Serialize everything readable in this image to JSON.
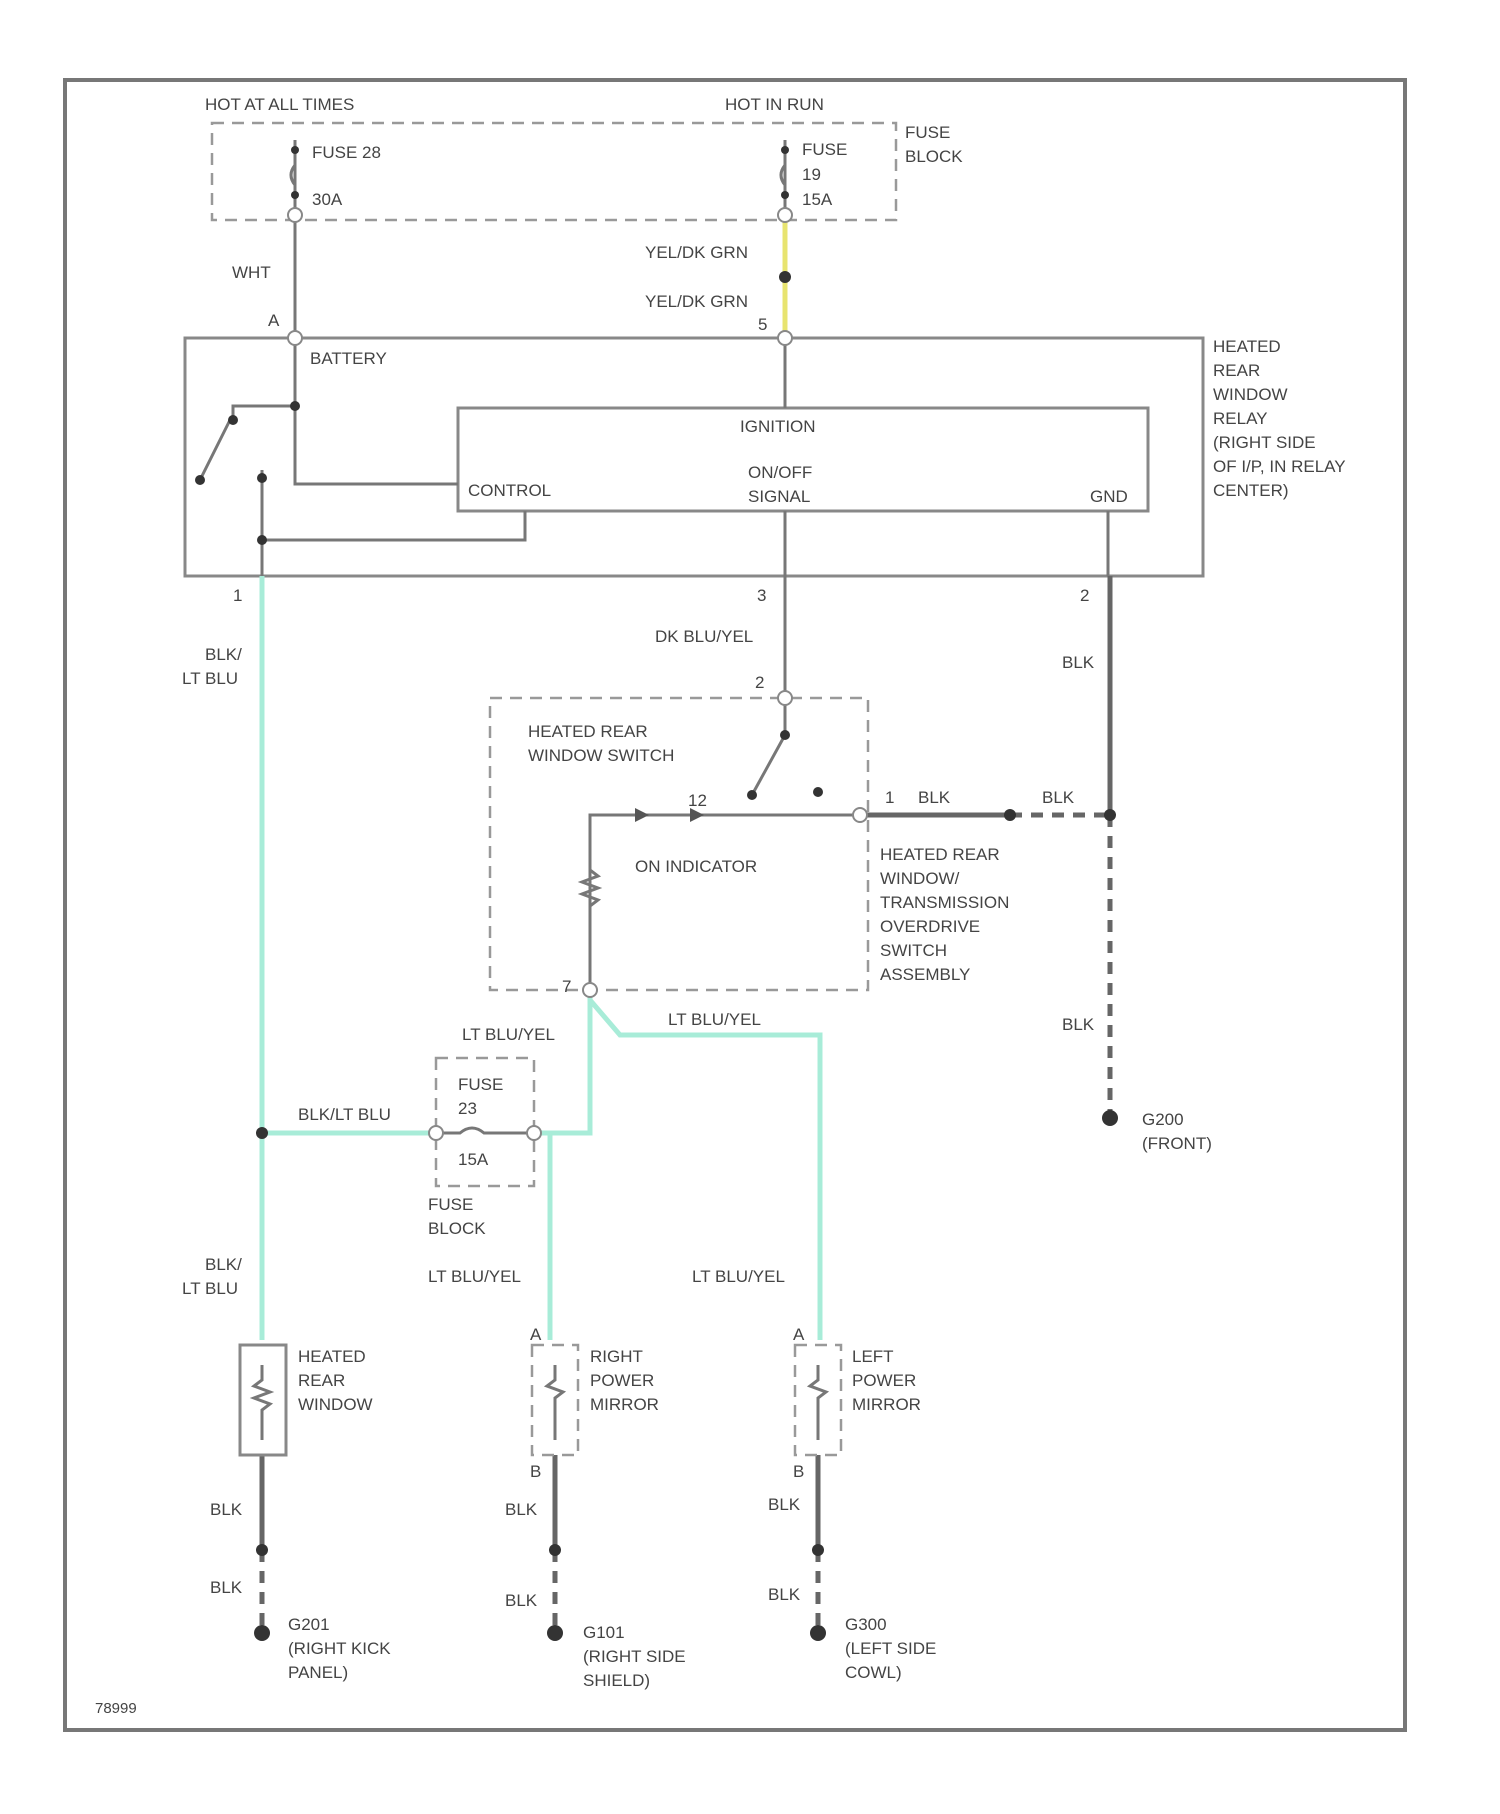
{
  "colors": {
    "highlight_wire": "#a8ecd8",
    "yellow_wire": "#e8e470",
    "frame": "#777777"
  },
  "labels": {
    "hot_all_times": "HOT AT ALL TIMES",
    "hot_in_run": "HOT IN RUN",
    "fuse_28": "FUSE 28",
    "fuse_28_amp": "30A",
    "fuse_19": "FUSE",
    "fuse_19_num": "19",
    "fuse_19_amp": "15A",
    "fuse_block_top_1": "FUSE",
    "fuse_block_top_2": "BLOCK",
    "wht": "WHT",
    "yel_grn_1": "YEL/DK GRN",
    "yel_grn_2": "YEL/DK GRN",
    "pin_a": "A",
    "pin_5": "5",
    "relay_1": "HEATED",
    "relay_2": "REAR",
    "relay_3": "WINDOW",
    "relay_4": "RELAY",
    "relay_5": "(RIGHT SIDE",
    "relay_6": "OF I/P, IN RELAY",
    "relay_7": "CENTER)",
    "battery": "BATTERY",
    "ignition": "IGNITION",
    "control": "CONTROL",
    "onoff_1": "ON/OFF",
    "onoff_2": "SIGNAL",
    "gnd": "GND",
    "pin_1": "1",
    "pin_3": "3",
    "pin_2": "2",
    "blu_lt_blu_1a": "BLK/",
    "blu_lt_blu_1b": "LT BLU",
    "dk_blu_yel": "DK BLU/YEL",
    "blk_right": "BLK",
    "switch_pin_2": "2",
    "switch_1": "HEATED REAR",
    "switch_2": "WINDOW SWITCH",
    "switch_pin_12": "12",
    "switch_pin_1": "1",
    "blk_a": "BLK",
    "blk_b": "BLK",
    "on_indicator": "ON INDICATOR",
    "assy_1": "HEATED REAR",
    "assy_2": "WINDOW/",
    "assy_3": "TRANSMISSION",
    "assy_4": "OVERDRIVE",
    "assy_5": "SWITCH",
    "assy_6": "ASSEMBLY",
    "switch_pin_7": "7",
    "lt_blu_yel_1": "LT BLU/YEL",
    "lt_blu_yel_2": "LT BLU/YEL",
    "blk_right_2": "BLK",
    "g_right_1": "G200",
    "g_right_2": "(FRONT)",
    "blk_lt_blu": "BLK/LT BLU",
    "fuse_mid": "FUSE",
    "fuse_mid_num": "23",
    "fuse_mid_amp": "15A",
    "fuse_block_mid_1": "FUSE",
    "fuse_block_mid_2": "BLOCK",
    "blu_lt_blu_2a": "BLK/",
    "blu_lt_blu_2b": "LT BLU",
    "lt_blu_yel_3": "LT BLU/YEL",
    "lt_blu_yel_4": "LT BLU/YEL",
    "pin_a2": "A",
    "pin_a3": "A",
    "hrw_1": "HEATED",
    "hrw_2": "REAR",
    "hrw_3": "WINDOW",
    "rpm_1": "RIGHT",
    "rpm_2": "POWER",
    "rpm_3": "MIRROR",
    "lpm_1": "LEFT",
    "lpm_2": "POWER",
    "lpm_3": "MIRROR",
    "pin_b1": "B",
    "pin_b2": "B",
    "blk_g1a": "BLK",
    "blk_g1b": "BLK",
    "blk_g2a": "BLK",
    "blk_g2b": "BLK",
    "blk_g3a": "BLK",
    "blk_g3b": "BLK",
    "g1_1": "G201",
    "g1_2": "(RIGHT KICK",
    "g1_3": "PANEL)",
    "g2_1": "G101",
    "g2_2": "(RIGHT SIDE",
    "g2_3": "SHIELD)",
    "g3_1": "G300",
    "g3_2": "(LEFT SIDE",
    "g3_3": "COWL)",
    "figure_id": "78999"
  }
}
